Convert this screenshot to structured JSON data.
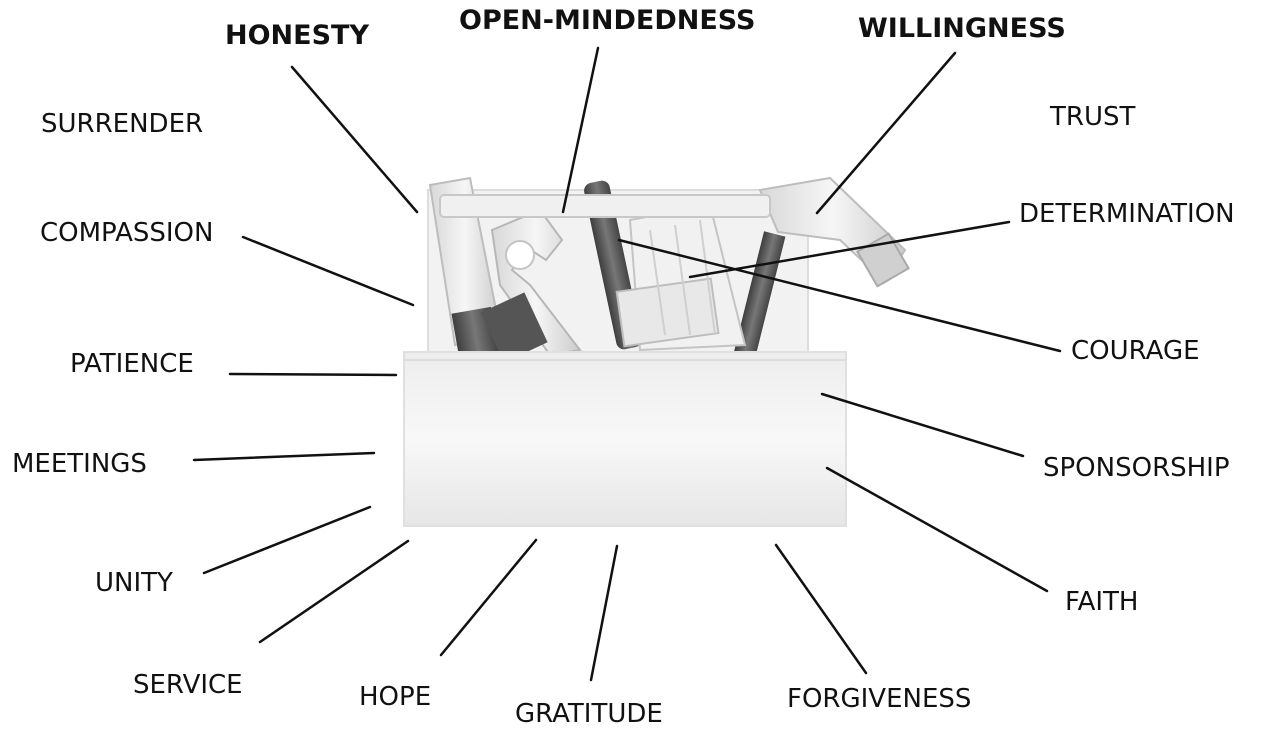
{
  "labels": {
    "honesty": "HONESTY",
    "open_mindedness": "OPEN-MINDEDNESS",
    "willingness": "WILLINGNESS",
    "surrender": "SURRENDER",
    "trust": "TRUST",
    "compassion": "COMPASSION",
    "determination": "DETERMINATION",
    "courage": "COURAGE",
    "patience": "PATIENCE",
    "meetings": "MEETINGS",
    "sponsorship": "SPONSORSHIP",
    "unity": "UNITY",
    "faith": "FAITH",
    "service": "SERVICE",
    "hope": "HOPE",
    "gratitude": "GRATITUDE",
    "forgiveness": "FORGIVENESS"
  },
  "illustration": {
    "subject": "toolbox-with-tools",
    "tools": [
      "hammer",
      "wrench",
      "paintbrush",
      "pliers",
      "screwdriver"
    ]
  },
  "colors": {
    "text": "#111111",
    "lines": "#111111",
    "box_light": "#f4f4f4",
    "box_shadow": "#cfcfcf",
    "tool_dark": "#5a5a5a"
  }
}
